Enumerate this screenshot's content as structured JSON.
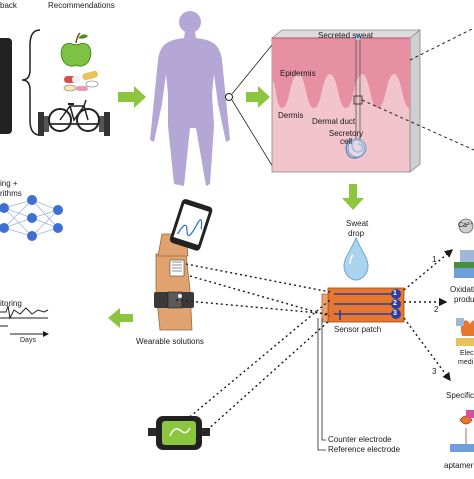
{
  "labels": {
    "feedback_partial": "back",
    "recommendations": "Recommendations",
    "secreted_sweat": "Secreted sweat",
    "epidermis": "Epidermis",
    "dermis": "Dermis",
    "dermal_duct": "Dermal duct",
    "secretory_cell_line1": "Secretory",
    "secretory_cell_line2": "cell",
    "ml_partial_line1": "ing +",
    "ml_partial_line2": "rithms",
    "sweat_drop_line1": "Sweat",
    "sweat_drop_line2": "drop",
    "monitoring_partial": "itoring",
    "days": "Days",
    "wearable_solutions": "Wearable solutions",
    "sensor_patch": "Sensor patch",
    "counter_electrode": "Counter electrode",
    "reference_electrode": "Reference electrode",
    "oxidation_partial_line1": "Oxidati",
    "oxidation_partial_line2": "produ",
    "specific_partial": "Specific",
    "aptamer_partial": "aptamer",
    "ion_label": "Ca²⁺",
    "electrode_partial_line1": "Elec",
    "electrode_partial_line2": "medi"
  },
  "numbers": {
    "electrode_1": "1",
    "electrode_2": "2",
    "electrode_3": "3",
    "path_1": "1",
    "path_2": "2",
    "path_3": "3"
  },
  "colors": {
    "arrow_green": "#8cc63f",
    "body_fill": "#b4a7d6",
    "skin_pink": "#f2c4cc",
    "epidermis_pink": "#e78fa3",
    "sweat_blue": "#aad4ee",
    "patch_orange": "#e8772e",
    "electrode_blue": "#2b3da3",
    "node_blue": "#3f6fd1",
    "arm_skin": "#e0a36f"
  }
}
